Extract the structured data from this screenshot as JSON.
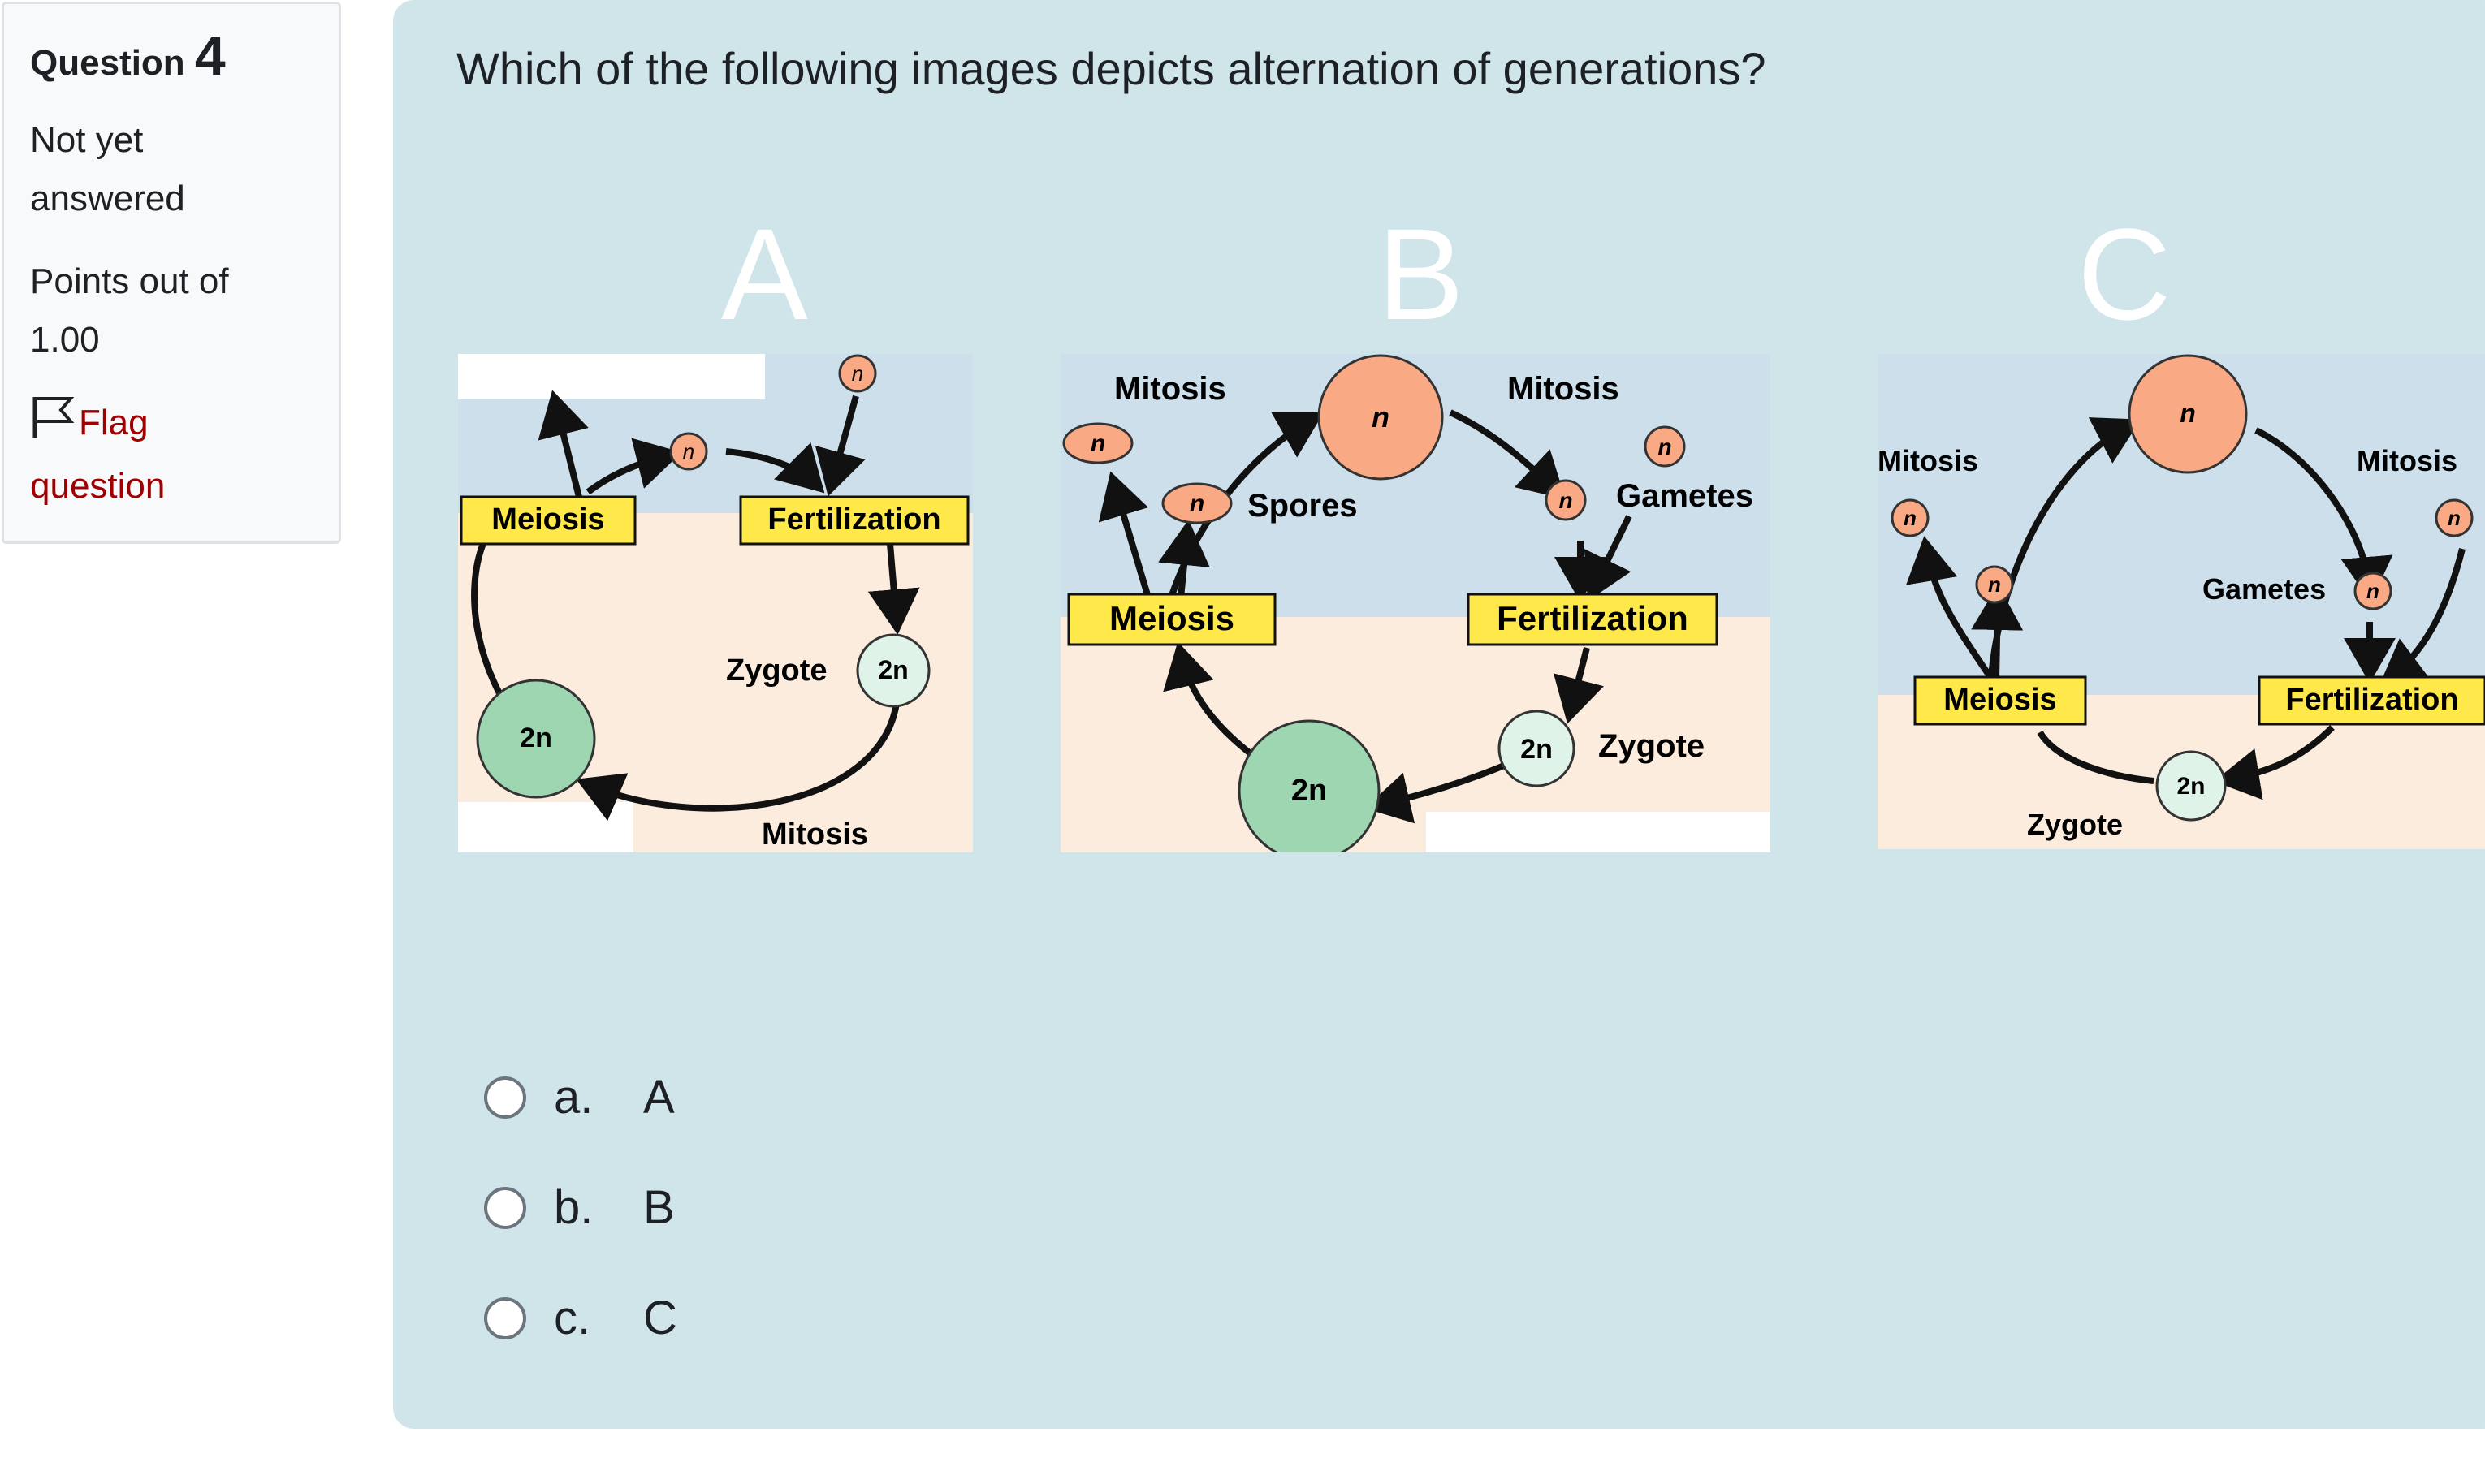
{
  "info": {
    "question_word": "Question",
    "question_number": "4",
    "state": "Not yet answered",
    "grade": "Points out of 1.00",
    "flag_label": "Flag question"
  },
  "question": {
    "text": "Which of the following images depicts alternation of generations?"
  },
  "image_labels": [
    "A",
    "B",
    "C"
  ],
  "diagram_a": {
    "meiosis": "Meiosis",
    "fertilization": "Fertilization",
    "zygote": "Zygote",
    "mitosis": "Mitosis",
    "n": "n",
    "two_n": "2n"
  },
  "diagram_b": {
    "mitosis_left": "Mitosis",
    "mitosis_right": "Mitosis",
    "spores": "Spores",
    "gametes": "Gametes",
    "meiosis": "Meiosis",
    "fertilization": "Fertilization",
    "zygote": "Zygote",
    "n": "n",
    "two_n": "2n"
  },
  "diagram_c": {
    "mitosis_left": "Mitosis",
    "mitosis_right": "Mitosis",
    "gametes": "Gametes",
    "meiosis": "Meiosis",
    "fertilization": "Fertilization",
    "zygote": "Zygote",
    "n": "n",
    "two_n": "2n"
  },
  "answers": [
    {
      "prefix": "a.",
      "label": "A"
    },
    {
      "prefix": "b.",
      "label": "B"
    },
    {
      "prefix": "c.",
      "label": "C"
    }
  ],
  "colors": {
    "haploid": "#f9a984",
    "diploid": "#9ed6b2",
    "label_box": "#ffe94a",
    "top_band": "#cddfea",
    "bottom_band": "#fcecdd",
    "flag": "#a00000"
  }
}
